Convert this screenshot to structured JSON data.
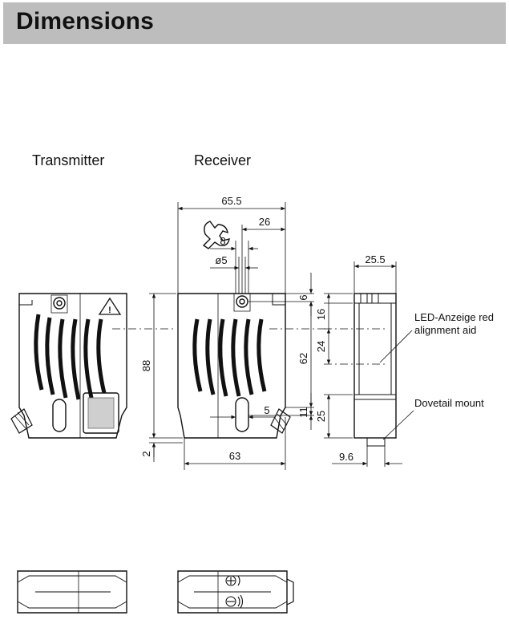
{
  "header": {
    "title": "Dimensions"
  },
  "views": {
    "transmitter_label": "Transmitter",
    "receiver_label": "Receiver"
  },
  "dimensions": {
    "width_overall": "65.5",
    "lens_offset": "26",
    "slot_width": "8",
    "hole_diameter": "ø5",
    "side_width": "25.5",
    "top_offset": "6",
    "upper_height": "16",
    "hole_spacing": "62",
    "led_height": "24",
    "bottom_offset": "11",
    "dovetail_height": "25",
    "height_overall": "88",
    "bottom_gap": "2",
    "body_width": "63",
    "slot_depth": "5",
    "dovetail_offset": "9.6"
  },
  "callouts": {
    "led_line1": "LED-Anzeige red",
    "led_line2": "alignment aid",
    "dovetail": "Dovetail mount"
  },
  "icons": {
    "wrench": "wrench-icon",
    "warning": "warning-triangle-icon",
    "adjust": "adjust-screw-icon"
  }
}
